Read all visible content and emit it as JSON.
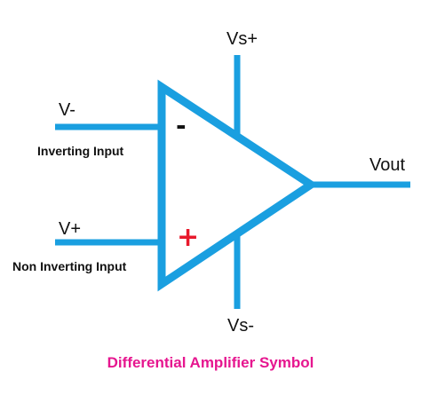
{
  "diagram": {
    "stroke_color": "#1a9fe0",
    "labels": {
      "vs_plus": "Vs+",
      "vs_minus": "Vs-",
      "v_minus": "V-",
      "v_plus": "V+",
      "inverting": "Inverting Input",
      "non_inverting": "Non Inverting Input",
      "vout": "Vout"
    },
    "signs": {
      "minus": "-",
      "plus": "+"
    },
    "caption": "Differential Amplifier Symbol",
    "caption_color": "#e6168f",
    "plus_color": "#e8192c"
  }
}
